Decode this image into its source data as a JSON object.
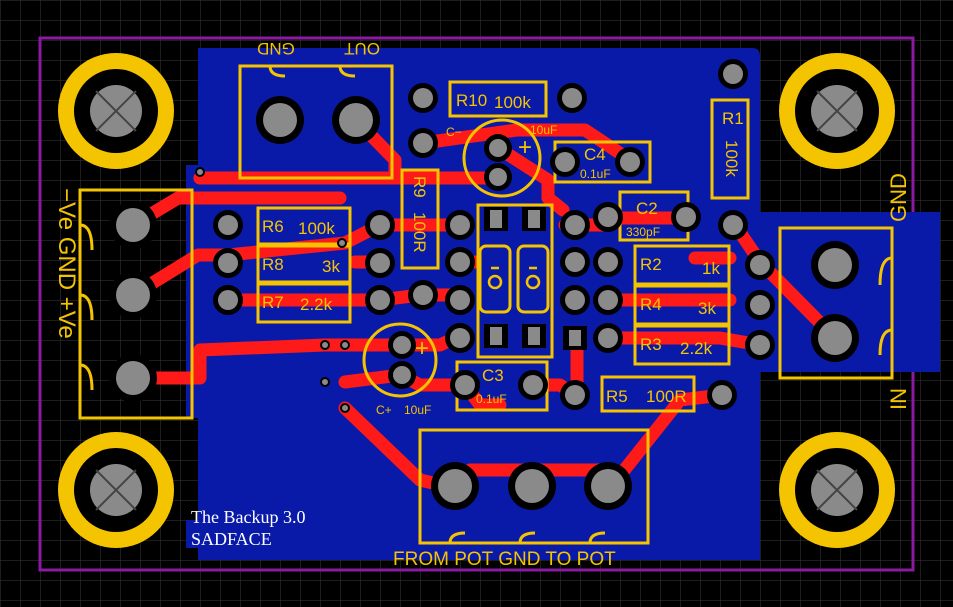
{
  "board": {
    "credit_line1": "The Backup 3.0",
    "credit_line2": "SADFACE",
    "colors": {
      "background": "#000000",
      "grid": "#3a3a3a",
      "outline": "#8a1aa0",
      "copper_fill": "#0a1aa8",
      "trace": "#ff1a1a",
      "silkscreen": "#f5c400",
      "pad": "#8a8a8a"
    }
  },
  "labels": {
    "gnd_top": "GND",
    "out_top": "OUT",
    "c_minus": "C−",
    "c_plus": "C+",
    "r10": "R10",
    "r10_val": "100k",
    "c4_cap": "10uF",
    "c4_cap2": "10uF",
    "c4": "C4",
    "c4_val": "0.1uF",
    "r1": "R1",
    "r1_val": "100k",
    "r9": "R9",
    "r9_val": "100R",
    "c2": "C2",
    "c2_val": "330pF",
    "r6": "R6",
    "r6_val": "100k",
    "r8": "R8",
    "r8_val": "3k",
    "r7": "R7",
    "r7_val": "2.2k",
    "r2": "R2",
    "r2_val": "1k",
    "r4": "R4",
    "r4_val": "3k",
    "r3": "R3",
    "r3_val": "2.2k",
    "c3": "C3",
    "c3_val": "0.1uF",
    "r5": "R5",
    "r5_val": "100R",
    "power_label": "−Ve GND +Ve",
    "gnd_right": "GND",
    "in_right": "IN",
    "pot_label": "FROM POT GND  TO POT"
  }
}
